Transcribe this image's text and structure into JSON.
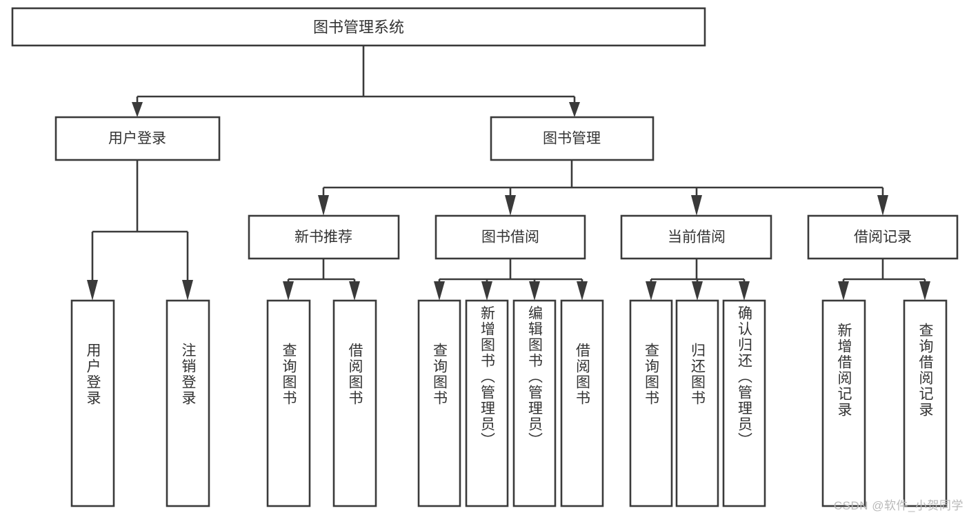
{
  "diagram": {
    "title": "图书管理系统",
    "type": "hierarchy-tree",
    "watermark": "CSDN @软件_小贺同学",
    "colors": {
      "box_stroke": "#3a3a3a",
      "box_fill": "#ffffff",
      "text": "#333333",
      "connector": "#3a3a3a",
      "background": "#ffffff",
      "watermark": "#b9b9b9"
    },
    "root": {
      "label": "图书管理系统"
    },
    "level2": [
      {
        "label": "用户登录"
      },
      {
        "label": "图书管理"
      }
    ],
    "level3": [
      {
        "label": "新书推荐"
      },
      {
        "label": "图书借阅"
      },
      {
        "label": "当前借阅"
      },
      {
        "label": "借阅记录"
      }
    ],
    "leaves": {
      "user_login": [
        {
          "label": "用户登录"
        },
        {
          "label": "注销登录"
        }
      ],
      "new_book_recommend": [
        {
          "label": "查询图书"
        },
        {
          "label": "借阅图书"
        }
      ],
      "book_borrow": [
        {
          "label": "查询图书"
        },
        {
          "label": "新增图书（管理员）"
        },
        {
          "label": "编辑图书（管理员）"
        },
        {
          "label": "借阅图书"
        }
      ],
      "current_borrow": [
        {
          "label": "查询图书"
        },
        {
          "label": "归还图书"
        },
        {
          "label": "确认归还（管理员）"
        }
      ],
      "borrow_record": [
        {
          "label": "新增借阅记录"
        },
        {
          "label": "查询借阅记录"
        }
      ]
    }
  }
}
